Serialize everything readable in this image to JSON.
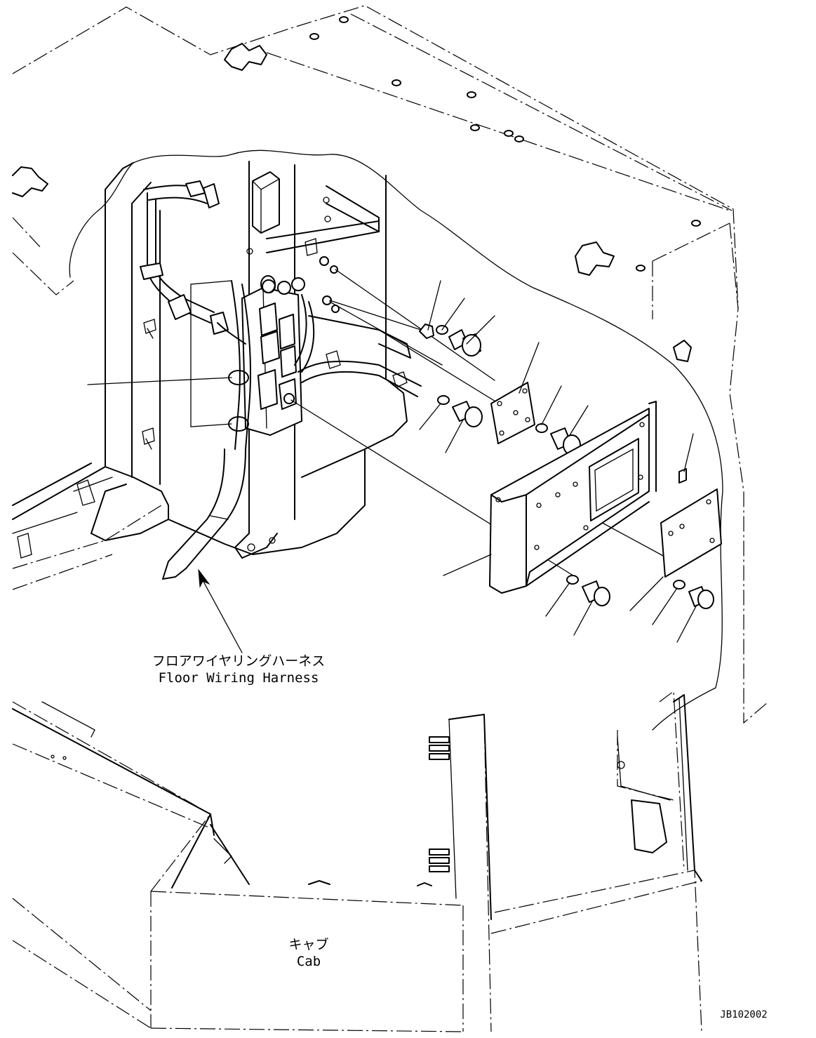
{
  "labels": {
    "floor_harness_jp": "フロアワイヤリングハーネス",
    "floor_harness_en": "Floor Wiring Harness",
    "cab_jp": "キャブ",
    "cab_en": "Cab",
    "drawing_code": "JB102002"
  }
}
